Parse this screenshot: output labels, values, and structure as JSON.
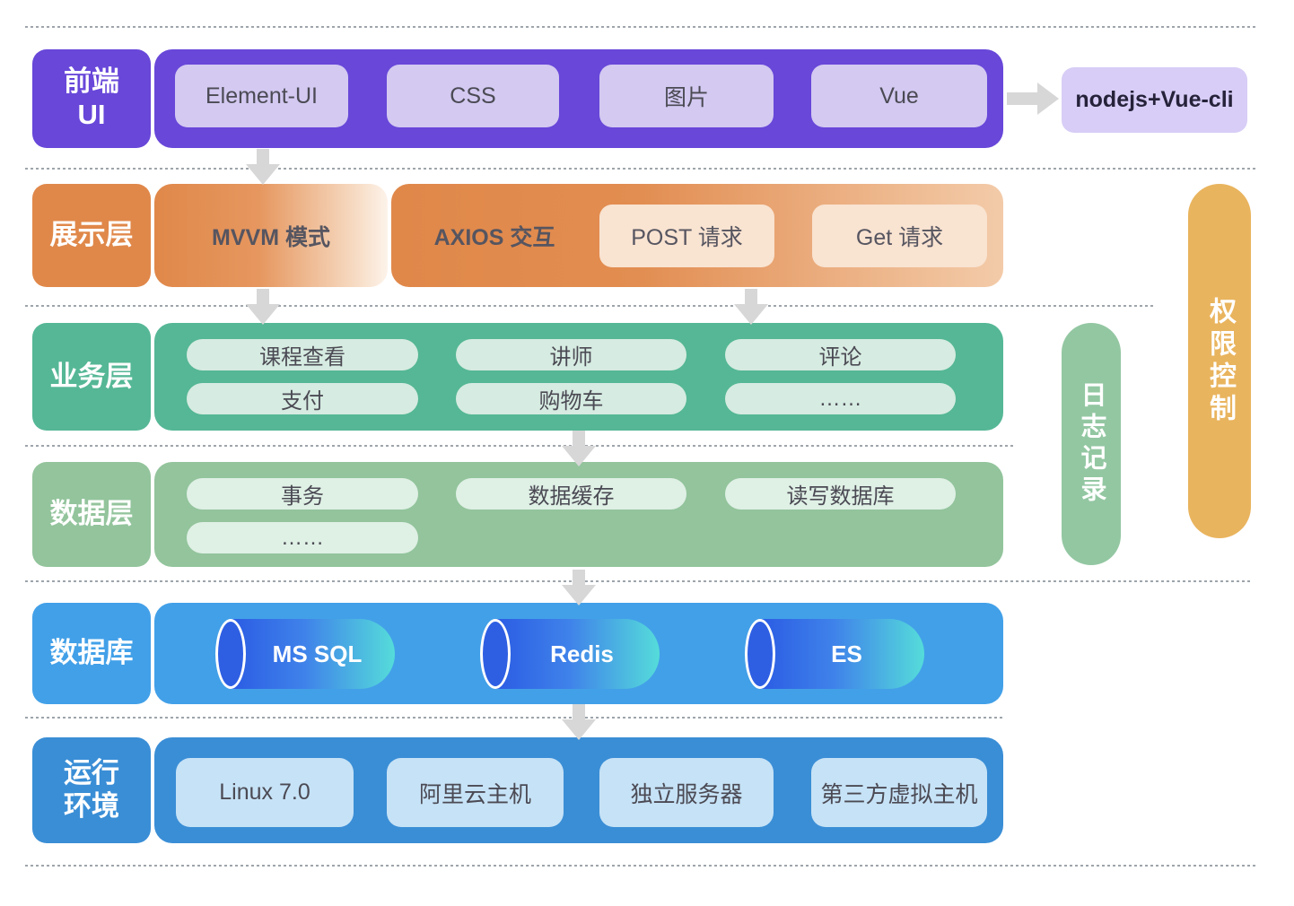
{
  "frontend": {
    "label": "前端\nUI",
    "chips": [
      "Element-UI",
      "CSS",
      "图片",
      "Vue"
    ],
    "external": "nodejs+Vue-cli"
  },
  "presentation": {
    "label": "展示层",
    "mvvm": "MVVM 模式",
    "axios": "AXIOS 交互",
    "chips": [
      "POST 请求",
      "Get 请求"
    ]
  },
  "business": {
    "label": "业务层",
    "chips": [
      "课程查看",
      "讲师",
      "评论",
      "支付",
      "购物车",
      "……"
    ]
  },
  "data_layer": {
    "label": "数据层",
    "chips": [
      "事务",
      "数据缓存",
      "读写数据库",
      "……"
    ]
  },
  "database": {
    "label": "数据库",
    "cylinders": [
      "MS SQL",
      "Redis",
      "ES"
    ]
  },
  "runtime": {
    "label": "运行\n环境",
    "chips": [
      "Linux 7.0",
      "阿里云主机",
      "独立服务器",
      "第三方虚拟主机"
    ]
  },
  "side": {
    "log": "日志记录",
    "permission": "权限控制"
  },
  "colors": {
    "frontend_purple": "#6847d9",
    "frontend_chip": "#d3c9f1",
    "external_chip": "#d7cdf6",
    "presentation_orange": "#e0884a",
    "presentation_chip": "#f9e3d1",
    "business_teal": "#55b795",
    "business_chip": "#d6ebe1",
    "data_green": "#93c49c",
    "data_chip": "#dff0e5",
    "database_blue": "#42a0e8",
    "cylinder_start": "#2b5ce4",
    "cylinder_end": "#55dcda",
    "runtime_blue": "#3a8ed6",
    "runtime_chip": "#c6e2f6",
    "log_pill_green": "#93c7a2",
    "permission_pill_amber": "#e9b45e",
    "arrow_gray": "#d7d7d7"
  }
}
